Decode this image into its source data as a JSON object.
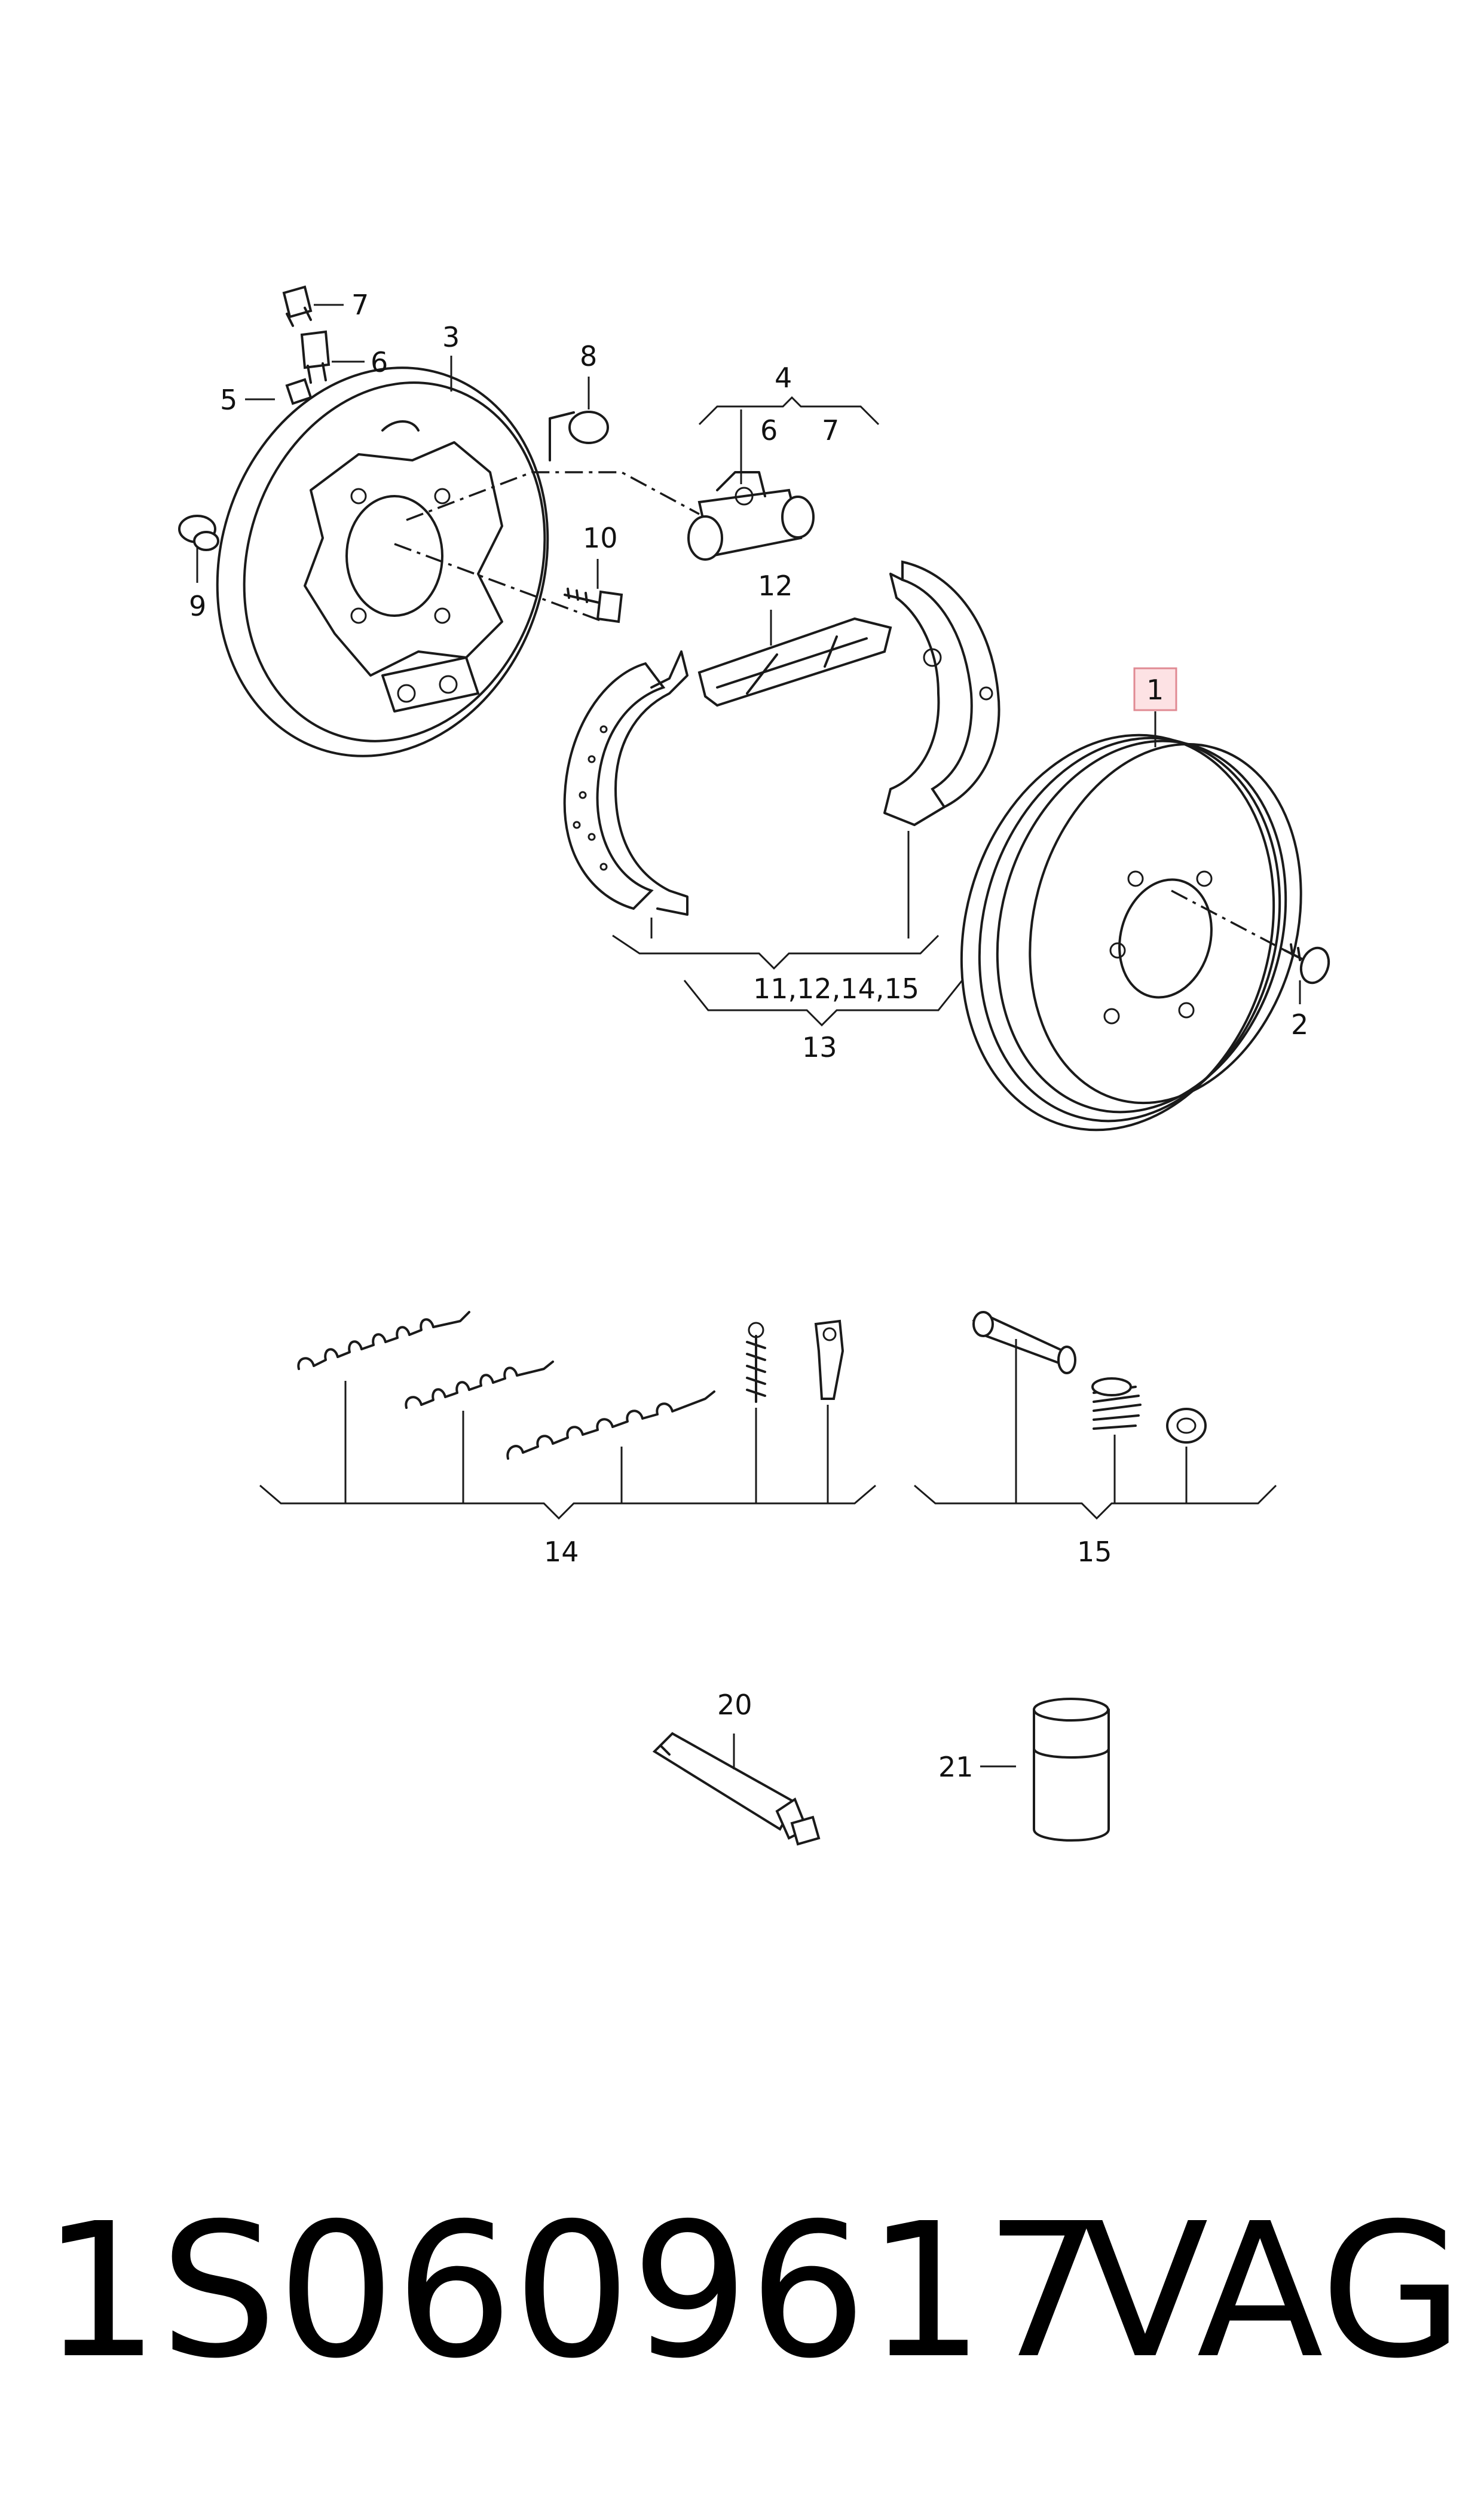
{
  "labels": {
    "l1": "1",
    "l2": "2",
    "l3": "3",
    "l4": "4",
    "l4a": "6",
    "l4b": "7",
    "l5": "5",
    "l6": "6",
    "l7": "7",
    "l8": "8",
    "l9": "9",
    "l10": "10",
    "l12": "12",
    "l11group": "11,12,14,15",
    "l13": "13",
    "l14": "14",
    "l15": "15",
    "l20": "20",
    "l21": "21"
  },
  "highlight_color": "#fde2e4",
  "footer": {
    "part_number": "1S0609617",
    "brand": "VAG"
  }
}
